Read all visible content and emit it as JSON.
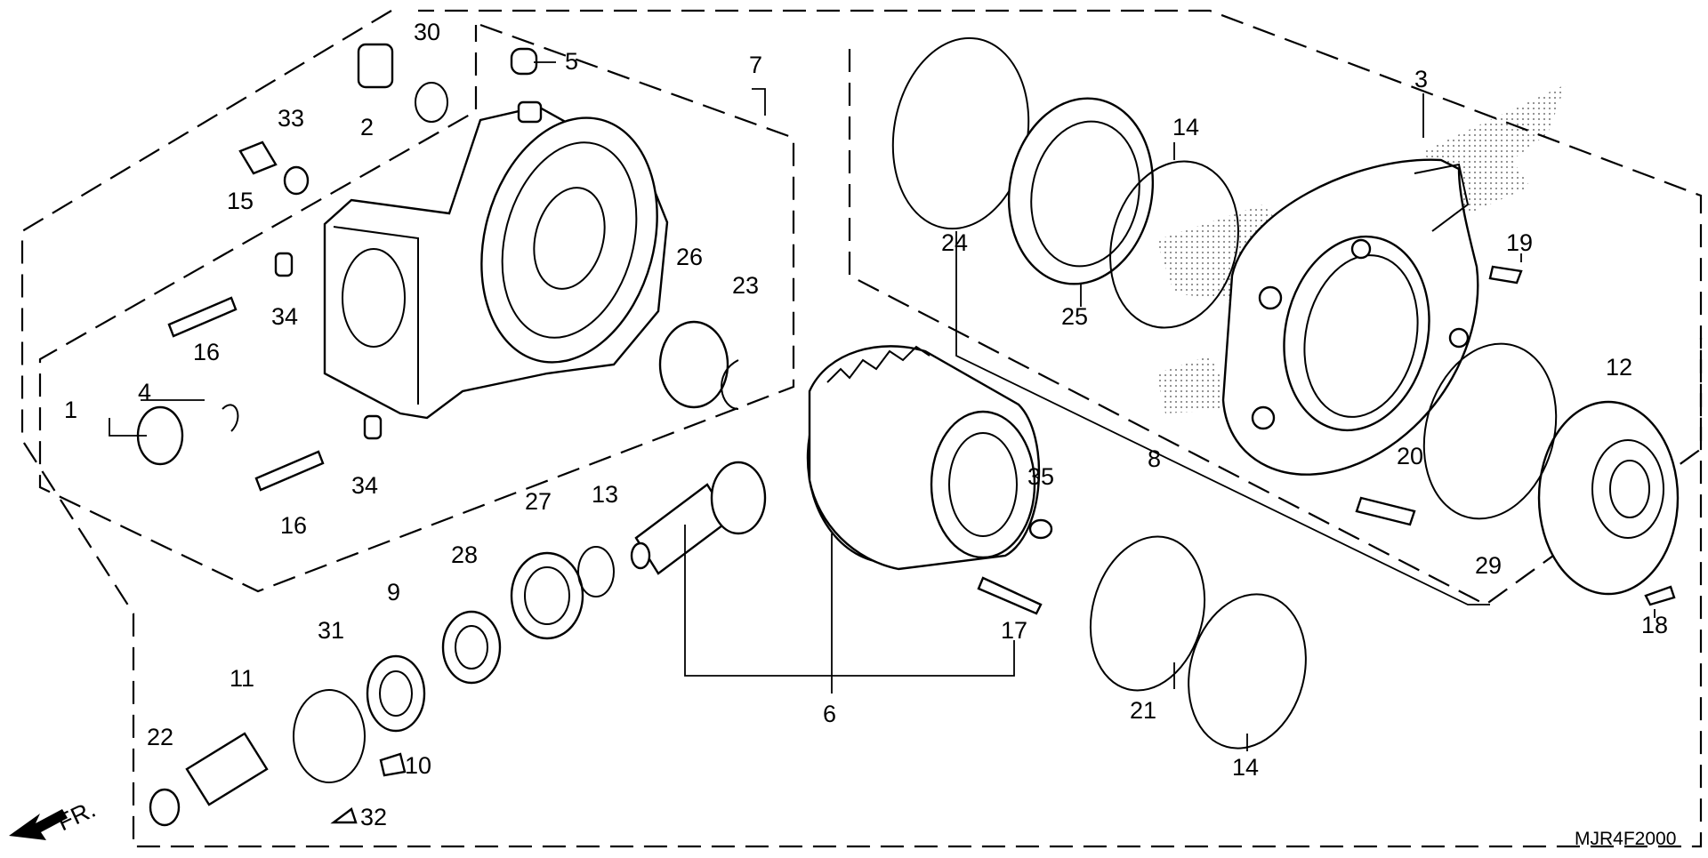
{
  "diagram": {
    "code": "MJR4F2000",
    "front_marker": "FR.",
    "callouts": [
      {
        "id": "c1",
        "text": "1"
      },
      {
        "id": "c2",
        "text": "2"
      },
      {
        "id": "c3",
        "text": "3"
      },
      {
        "id": "c4",
        "text": "4"
      },
      {
        "id": "c5",
        "text": "5"
      },
      {
        "id": "c6",
        "text": "6"
      },
      {
        "id": "c7",
        "text": "7"
      },
      {
        "id": "c8",
        "text": "8"
      },
      {
        "id": "c9",
        "text": "9"
      },
      {
        "id": "c10",
        "text": "10"
      },
      {
        "id": "c11",
        "text": "11"
      },
      {
        "id": "c12",
        "text": "12"
      },
      {
        "id": "c13",
        "text": "13"
      },
      {
        "id": "c14a",
        "text": "14"
      },
      {
        "id": "c14b",
        "text": "14"
      },
      {
        "id": "c15",
        "text": "15"
      },
      {
        "id": "c16a",
        "text": "16"
      },
      {
        "id": "c16b",
        "text": "16"
      },
      {
        "id": "c17",
        "text": "17"
      },
      {
        "id": "c18",
        "text": "18"
      },
      {
        "id": "c19",
        "text": "19"
      },
      {
        "id": "c20",
        "text": "20"
      },
      {
        "id": "c21",
        "text": "21"
      },
      {
        "id": "c22",
        "text": "22"
      },
      {
        "id": "c23",
        "text": "23"
      },
      {
        "id": "c24",
        "text": "24"
      },
      {
        "id": "c25",
        "text": "25"
      },
      {
        "id": "c26",
        "text": "26"
      },
      {
        "id": "c27",
        "text": "27"
      },
      {
        "id": "c28",
        "text": "28"
      },
      {
        "id": "c29",
        "text": "29"
      },
      {
        "id": "c30",
        "text": "30"
      },
      {
        "id": "c31",
        "text": "31"
      },
      {
        "id": "c32",
        "text": "32"
      },
      {
        "id": "c33",
        "text": "33"
      },
      {
        "id": "c34a",
        "text": "34"
      },
      {
        "id": "c34b",
        "text": "34"
      },
      {
        "id": "c35",
        "text": "35"
      }
    ]
  }
}
